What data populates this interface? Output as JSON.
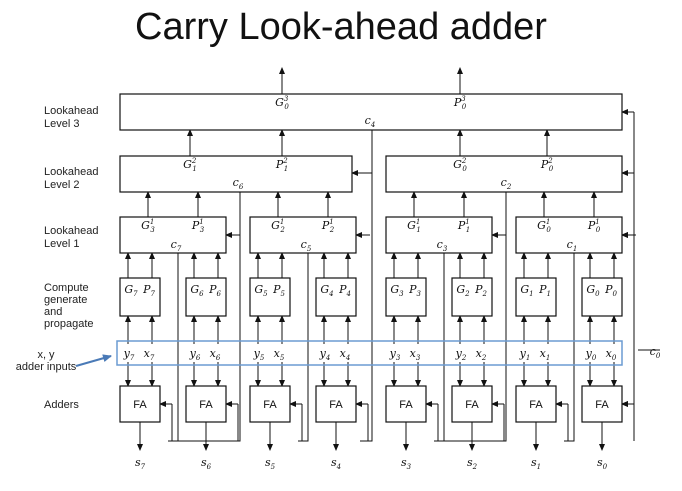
{
  "title": "Carry Look-ahead adder",
  "row_labels": {
    "level3": [
      "Lookahead",
      "Level 3"
    ],
    "level2": [
      "Lookahead",
      "Level 2"
    ],
    "level1": [
      "Lookahead",
      "Level 1"
    ],
    "compute": [
      "Compute",
      "generate",
      "and",
      "propagate"
    ],
    "adders": "Adders"
  },
  "callout": {
    "lines": [
      "x, y",
      "adder inputs"
    ],
    "color": "#4a7ab7"
  },
  "highlight_color": "#6b9bd2",
  "carry_in": {
    "base": "c",
    "sub": "0"
  },
  "level3_box": {
    "labels": [
      {
        "base": "G",
        "sup": "3",
        "sub": "0"
      },
      {
        "base": "P",
        "sup": "3",
        "sub": "0"
      }
    ],
    "carry": {
      "base": "c",
      "sub": "4"
    }
  },
  "level2_boxes": [
    {
      "labels": [
        {
          "base": "G",
          "sup": "2",
          "sub": "1"
        },
        {
          "base": "P",
          "sup": "2",
          "sub": "1"
        }
      ],
      "carry": {
        "base": "c",
        "sub": "6"
      }
    },
    {
      "labels": [
        {
          "base": "G",
          "sup": "2",
          "sub": "0"
        },
        {
          "base": "P",
          "sup": "2",
          "sub": "0"
        }
      ],
      "carry": {
        "base": "c",
        "sub": "2"
      }
    }
  ],
  "level1_boxes": [
    {
      "labels": [
        {
          "base": "G",
          "sup": "1",
          "sub": "3"
        },
        {
          "base": "P",
          "sup": "1",
          "sub": "3"
        }
      ],
      "carry": {
        "base": "c",
        "sub": "7"
      }
    },
    {
      "labels": [
        {
          "base": "G",
          "sup": "1",
          "sub": "2"
        },
        {
          "base": "P",
          "sup": "1",
          "sub": "2"
        }
      ],
      "carry": {
        "base": "c",
        "sub": "5"
      }
    },
    {
      "labels": [
        {
          "base": "G",
          "sup": "1",
          "sub": "1"
        },
        {
          "base": "P",
          "sup": "1",
          "sub": "1"
        }
      ],
      "carry": {
        "base": "c",
        "sub": "3"
      }
    },
    {
      "labels": [
        {
          "base": "G",
          "sup": "1",
          "sub": "0"
        },
        {
          "base": "P",
          "sup": "1",
          "sub": "0"
        }
      ],
      "carry": {
        "base": "c",
        "sub": "1"
      }
    }
  ],
  "bits": [
    {
      "g": "G",
      "p": "P",
      "y": "y",
      "x": "x",
      "idx": "7",
      "fa": "FA",
      "s": "s"
    },
    {
      "g": "G",
      "p": "P",
      "y": "y",
      "x": "x",
      "idx": "6",
      "fa": "FA",
      "s": "s"
    },
    {
      "g": "G",
      "p": "P",
      "y": "y",
      "x": "x",
      "idx": "5",
      "fa": "FA",
      "s": "s"
    },
    {
      "g": "G",
      "p": "P",
      "y": "y",
      "x": "x",
      "idx": "4",
      "fa": "FA",
      "s": "s"
    },
    {
      "g": "G",
      "p": "P",
      "y": "y",
      "x": "x",
      "idx": "3",
      "fa": "FA",
      "s": "s"
    },
    {
      "g": "G",
      "p": "P",
      "y": "y",
      "x": "x",
      "idx": "2",
      "fa": "FA",
      "s": "s"
    },
    {
      "g": "G",
      "p": "P",
      "y": "y",
      "x": "x",
      "idx": "1",
      "fa": "FA",
      "s": "s"
    },
    {
      "g": "G",
      "p": "P",
      "y": "y",
      "x": "x",
      "idx": "0",
      "fa": "FA",
      "s": "s"
    }
  ]
}
